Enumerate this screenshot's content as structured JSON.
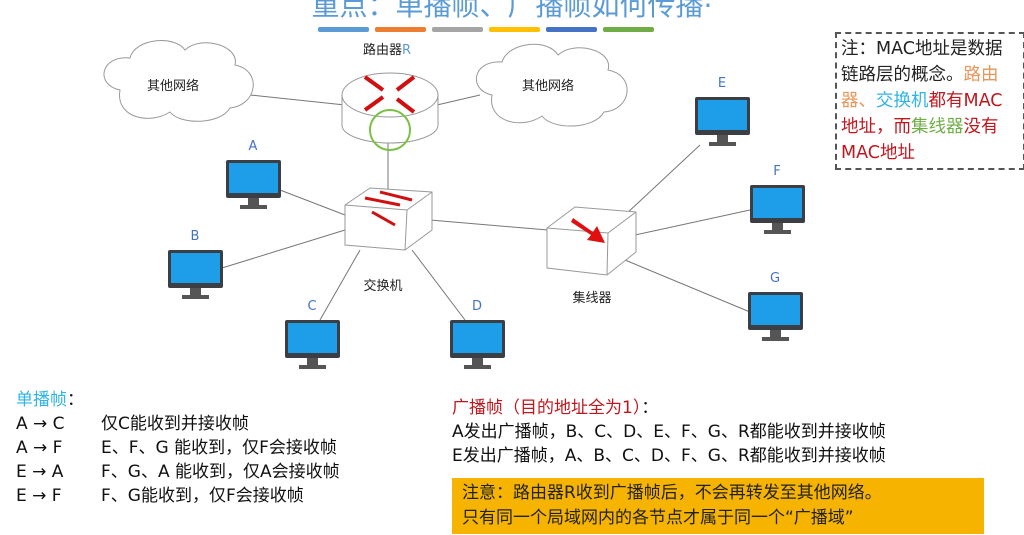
{
  "title": "重点：单播帧、广播帧如何传播·",
  "colors": {
    "bars": [
      "#5b9bd5",
      "#ed7d31",
      "#a5a5a5",
      "#ffc000",
      "#4472c4",
      "#70ad47"
    ],
    "cyan": "#2eb4e6",
    "orange": "#e8955a",
    "red": "#c0171e",
    "green": "#70ad47",
    "warn": "#f6b400"
  },
  "diagram": {
    "cloud_left": "其他网络",
    "cloud_right": "其他网络",
    "router_label": "路由器",
    "router_id": "R",
    "switch_label": "交换机",
    "hub_label": "集线器",
    "hosts": [
      "A",
      "B",
      "C",
      "D",
      "E",
      "F",
      "G"
    ]
  },
  "note": {
    "p1": "注：MAC地址是数据链路层的概念。",
    "router": "路由器、",
    "switch": "交换机",
    "p2": "都有MAC地址，而",
    "hub": "集线器",
    "p3": "没有MAC地址"
  },
  "unicast": {
    "heading": "单播帧",
    "colon": "：",
    "rows": [
      {
        "k": "A → C",
        "v": "仅C能收到并接收帧"
      },
      {
        "k": "A → F",
        "v": "E、F、G 能收到，仅F会接收帧"
      },
      {
        "k": "E → A",
        "v": "F、G、A 能收到，仅A会接收帧"
      },
      {
        "k": "E → F",
        "v": "F、G能收到，仅F会接收帧"
      }
    ]
  },
  "broadcast": {
    "heading": "广播帧",
    "paren": "（目的地址全为1）",
    "colon": "：",
    "rows": [
      "A发出广播帧，B、C、D、E、F、G、R都能收到并接收帧",
      "E发出广播帧，A、B、C、D、F、G、R都能收到并接收帧"
    ]
  },
  "warning": [
    "注意：路由器R收到广播帧后，不会再转发至其他网络。",
    "只有同一个局域网内的各节点才属于同一个“广播域”"
  ]
}
